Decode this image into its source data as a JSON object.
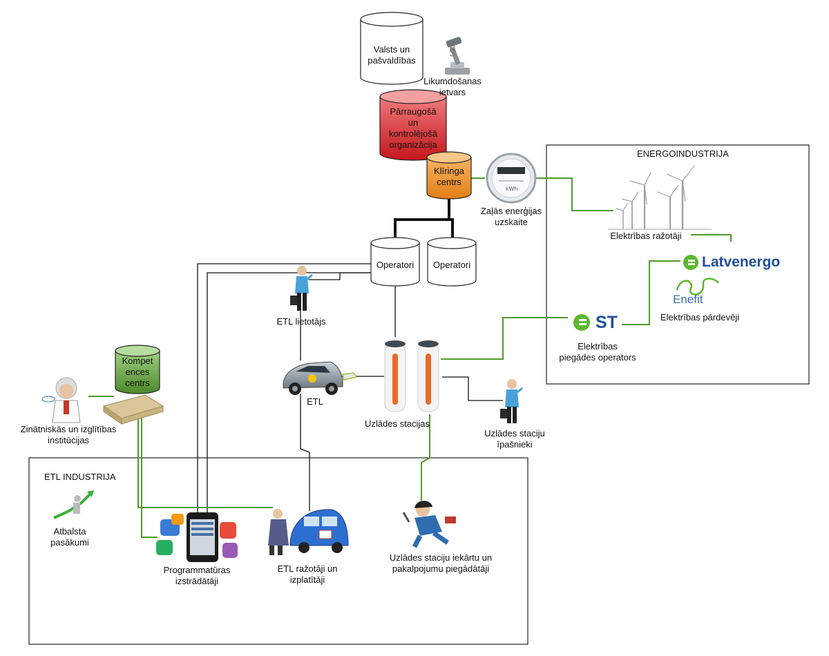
{
  "regions": {
    "energy_industry": "ENERGOINDUSTRIJA",
    "etl_industry": "ETL INDUSTRIJA"
  },
  "cylinders": {
    "state": [
      "Valsts un",
      "pašvaldības"
    ],
    "regulator": [
      "Pārraugošā",
      "un",
      "kontrolējošā",
      "organizācija"
    ],
    "clearing": [
      "Klīringa",
      "centrs"
    ],
    "operators_1": "Operatori",
    "operators_2": "Operatori",
    "competence": [
      "Kompet",
      "ences",
      "centrs"
    ]
  },
  "labels": {
    "legislator": [
      "Likumdošanas",
      "ietvars"
    ],
    "green_meter": [
      "Zaļās enerģijas",
      "uzskaite"
    ],
    "producers": "Elektrības ražotāji",
    "sellers": "Elektrības pārdevēji",
    "supply_operator": [
      "Elektrības",
      "piegādes operators"
    ],
    "etl_user": "ETL lietotājs",
    "etl": "ETL",
    "charging_stations": "Uzlādes stacijas",
    "station_owners": [
      "Uzlādes staciju",
      "īpašnieki"
    ],
    "science": [
      "Zinātniskās un izglītības",
      "institūcijas"
    ],
    "support": [
      "Atbalsta",
      "pasākumi"
    ],
    "software": [
      "Programmatūras",
      "izstrādātāji"
    ],
    "etl_makers": [
      "ETL  ražotāji un",
      "izplatītāji"
    ],
    "equipment_suppliers": [
      "Uzlādes staciju iekārtu un",
      "pakalpojumu piegādātāji"
    ]
  },
  "brands": {
    "latvenergo": "Latvenergo",
    "enefit": "Enefit",
    "st": "ST"
  },
  "colors": {
    "green_line": "#4f9a2a",
    "regulator_red": "#d9242c",
    "clearing_orange": "#f0952a",
    "competence_green": "#5f9e3a",
    "latvenergo_blue": "#1f4e9c",
    "brand_green": "#5cb82f",
    "enefit_blue": "#3a6fa8"
  }
}
